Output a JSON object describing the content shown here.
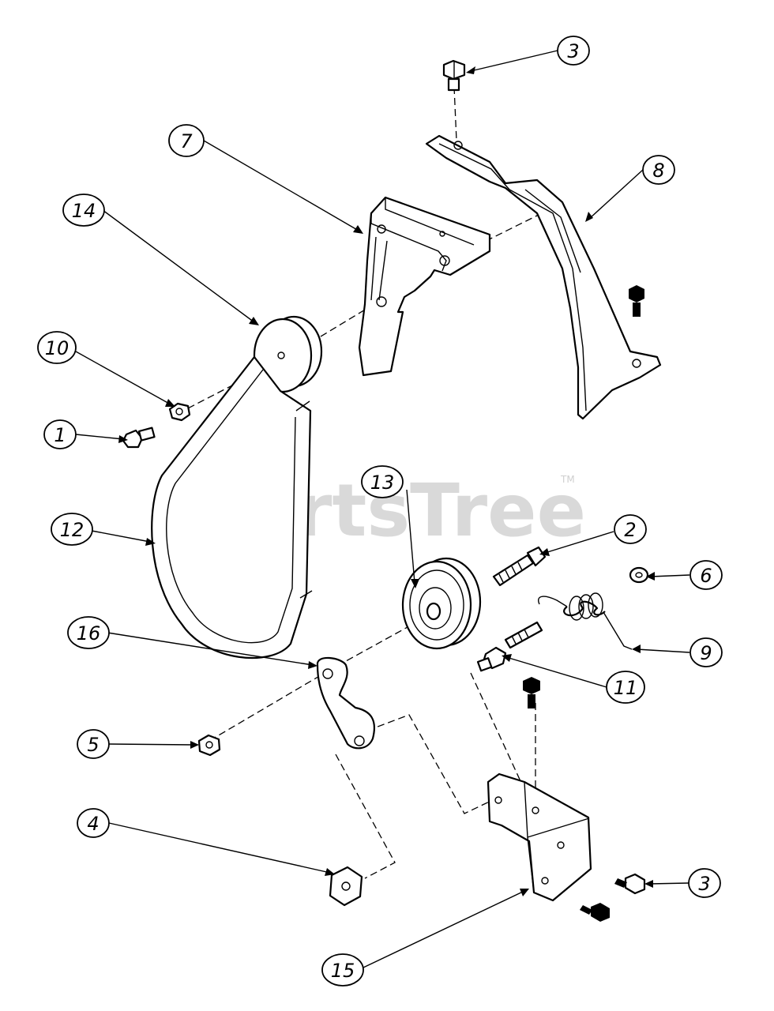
{
  "watermark": {
    "text": "PartsTree",
    "tm": "TM"
  },
  "callouts": {
    "c1": "1",
    "c2": "2",
    "c3a": "3",
    "c3b": "3",
    "c4": "4",
    "c5": "5",
    "c6": "6",
    "c7": "7",
    "c8": "8",
    "c9": "9",
    "c10": "10",
    "c11": "11",
    "c12": "12",
    "c13": "13",
    "c14": "14",
    "c15": "15",
    "c16": "16"
  }
}
